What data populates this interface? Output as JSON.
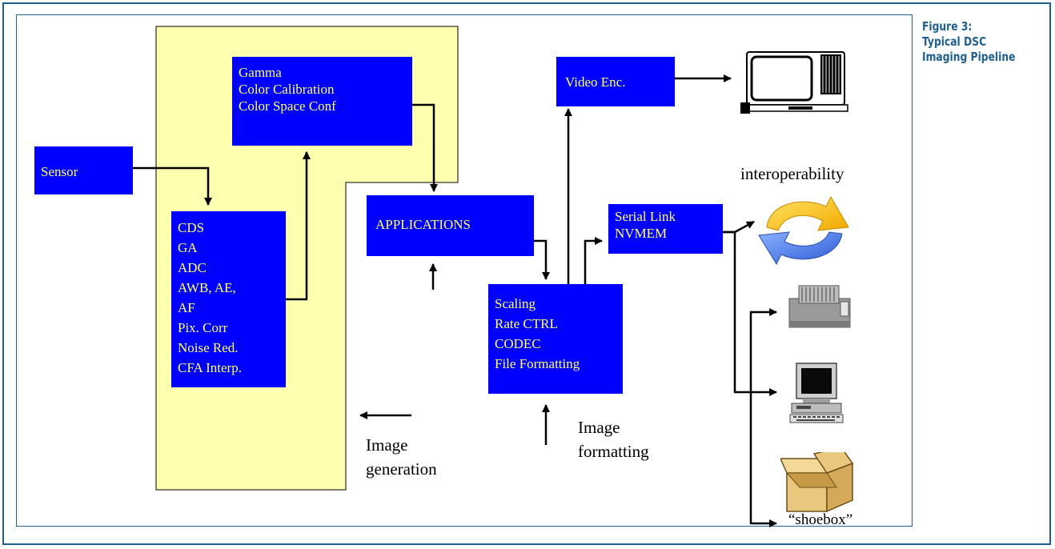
{
  "figure_caption": {
    "line1": "Figure 3:",
    "line2": "Typical DSC",
    "line3": "Imaging Pipeline"
  },
  "blocks": {
    "sensor": [
      "Sensor"
    ],
    "gamma": [
      "Gamma",
      "Color Calibration",
      "Color Space Conf"
    ],
    "cds": [
      "CDS",
      "GA",
      "ADC",
      "AWB, AE,",
      "AF",
      "Pix. Corr",
      "Noise Red.",
      "CFA Interp."
    ],
    "applications": [
      "APPLICATIONS"
    ],
    "video_enc": [
      "Video Enc."
    ],
    "serial_link": [
      "Serial Link",
      "NVMEM"
    ],
    "scaling": [
      "Scaling",
      "Rate CTRL",
      "CODEC",
      "File Formatting"
    ]
  },
  "labels": {
    "image_generation": [
      "Image",
      "generation"
    ],
    "image_formatting": [
      "Image",
      "formatting"
    ],
    "interoperability": "interoperability",
    "shoebox": "“shoebox”"
  },
  "colors": {
    "block_fill": "#0000ff",
    "block_text": "#ffff66",
    "highlight_region": "#ffffb0",
    "frame": "#1f5f8f"
  }
}
